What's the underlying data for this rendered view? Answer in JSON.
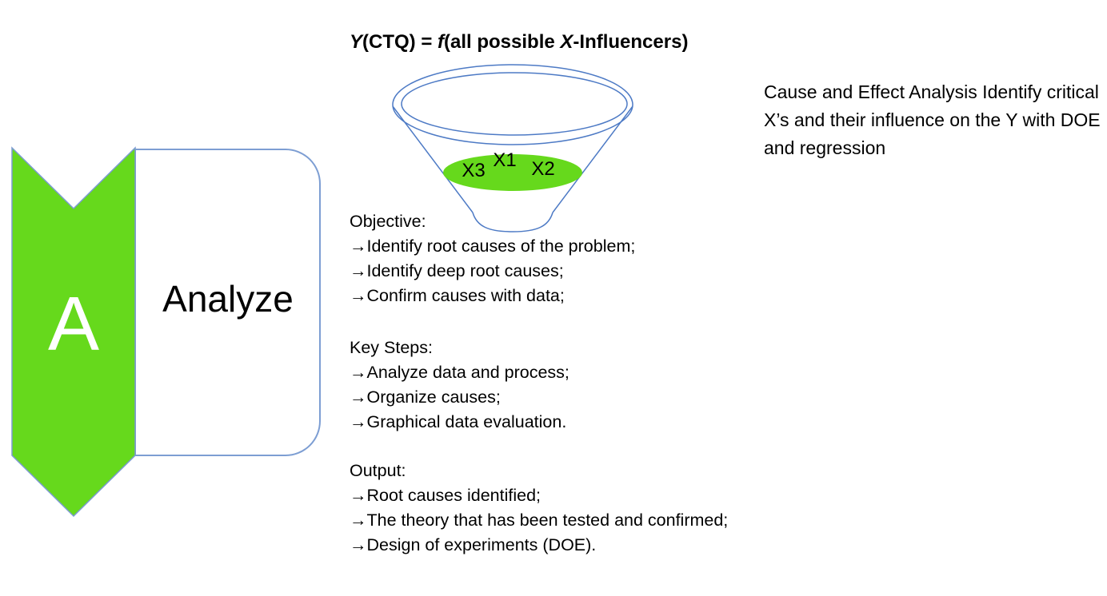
{
  "slide": {
    "formula": {
      "part_y": "Y",
      "part_ctq": "(CTQ) = ",
      "part_f": "f",
      "part_open": "(all possible ",
      "part_x": "X",
      "part_rest": "-Influencers)"
    },
    "phase": {
      "letter": "A",
      "name": "Analyze"
    },
    "funnel": {
      "x_labels": [
        "X3",
        "X1",
        "X2"
      ]
    },
    "note": "Cause and Effect Analysis Identify critical X’s and their influence on the Y with DOE and regression",
    "sections": [
      {
        "heading": "Objective:",
        "items": [
          "→Identify root causes of the problem;",
          "→Identify deep root causes;",
          "→Confirm causes with data;"
        ]
      },
      {
        "heading": "Key Steps:",
        "items": [
          "→Analyze data and process;",
          "→Organize causes;",
          "→Graphical data evaluation."
        ]
      },
      {
        "heading": "Output:",
        "items": [
          "→Root causes identified;",
          "→The theory that has been tested and confirmed;",
          "→Design of experiments (DOE)."
        ]
      }
    ],
    "colors": {
      "green": "#66d91c",
      "funnel_outline": "#4d7ac5",
      "shape_outline": "#7d9ed3",
      "text": "#000000",
      "letter": "#ffffff"
    }
  }
}
